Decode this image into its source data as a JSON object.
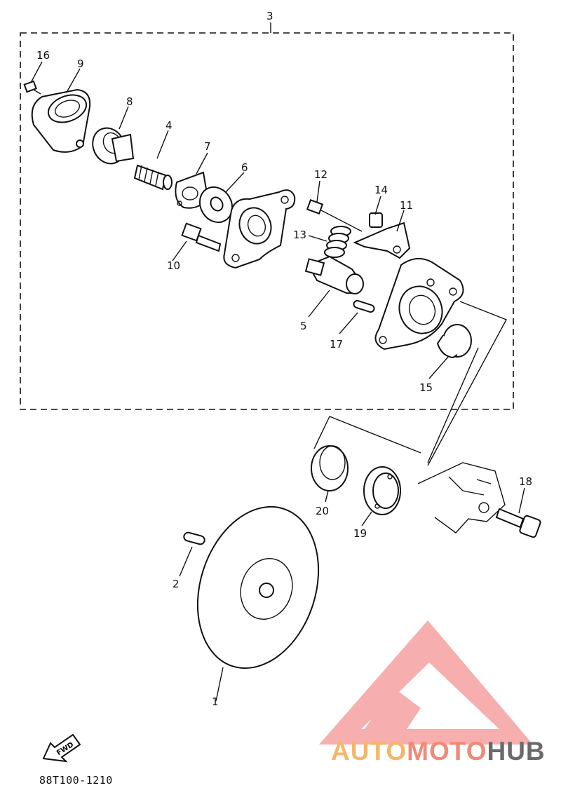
{
  "diagram": {
    "drawing_number": "88T100-1210",
    "fwd_label": "FWD",
    "assembly_callout": "3",
    "callouts": {
      "c1": "1",
      "c2": "2",
      "c3": "3",
      "c4": "4",
      "c5": "5",
      "c6": "6",
      "c7": "7",
      "c8": "8",
      "c9": "9",
      "c10": "10",
      "c11": "11",
      "c12": "12",
      "c13": "13",
      "c14": "14",
      "c15": "15",
      "c16": "16",
      "c17": "17",
      "c18": "18",
      "c19": "19",
      "c20": "20"
    }
  },
  "watermark": {
    "part1": "AUTO",
    "part2": "MOTO",
    "part3": "HUB",
    "colors": {
      "auto": "#f4b76a",
      "moto": "#f08a78",
      "hub": "#6a6a6a",
      "logo": "#f5a0a0"
    }
  }
}
